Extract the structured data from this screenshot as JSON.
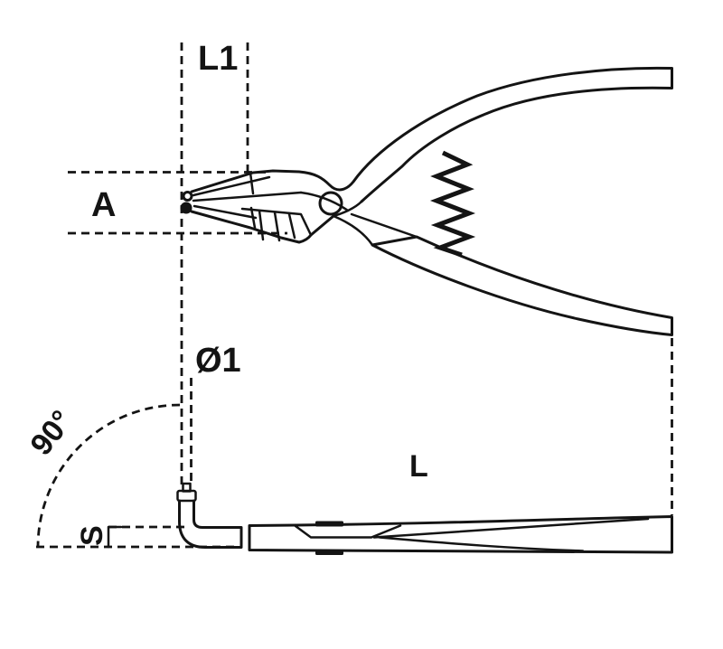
{
  "drawing": {
    "type": "technical-dimension-diagram",
    "subject": "90-degree bent nose circlip pliers, top profile view and side edge view",
    "colors": {
      "line": "#141414",
      "background": "#ffffff"
    },
    "labels": {
      "tip_length": "L1",
      "tip_opening": "A",
      "tip_diameter": "Ø1",
      "bend_angle": "90°",
      "tip_thickness": "S",
      "overall_length": "L"
    }
  }
}
